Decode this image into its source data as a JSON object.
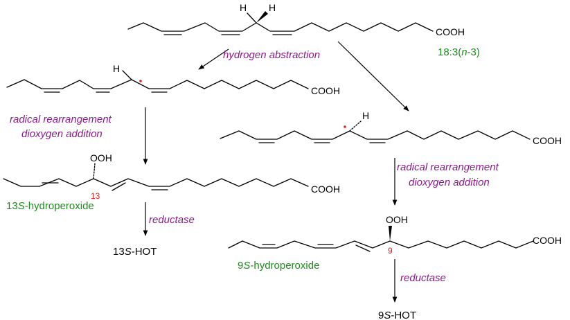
{
  "steps": {
    "abstraction": "hydrogen abstraction",
    "rearr1_line1": "radical rearrangement",
    "rearr1_line2": "dioxygen addition",
    "rearr2_line1": "radical rearrangement",
    "rearr2_line2": "dioxygen addition",
    "reductase1": "reductase",
    "reductase2": "reductase"
  },
  "substrate": {
    "acid": "COOH",
    "h_left": "H",
    "h_right": "H",
    "name_main": "18:3(",
    "name_italic": "n",
    "name_tail": "-3)"
  },
  "radical13": {
    "h": "H",
    "acid": "COOH"
  },
  "radical9": {
    "h": "H",
    "acid": "COOH"
  },
  "hpo13": {
    "ooh": "OOH",
    "acid": "COOH",
    "locant": "13",
    "name_num": "13",
    "name_s": "S",
    "name_rest": "-hydroperoxide"
  },
  "hpo9": {
    "ooh": "OOH",
    "acid": "COOH",
    "locant": "9",
    "name_num": "9",
    "name_s": "S",
    "name_rest": "-hydroperoxide"
  },
  "products": {
    "hot13_num": "13",
    "hot13_s": "S",
    "hot13_rest": "-HOT",
    "hot9_num": "9",
    "hot9_s": "S",
    "hot9_rest": "-HOT"
  },
  "colors": {
    "step": "#8b1a8b",
    "name": "#1d8a1d",
    "locant": "#e02020",
    "radical": "#e02020"
  }
}
